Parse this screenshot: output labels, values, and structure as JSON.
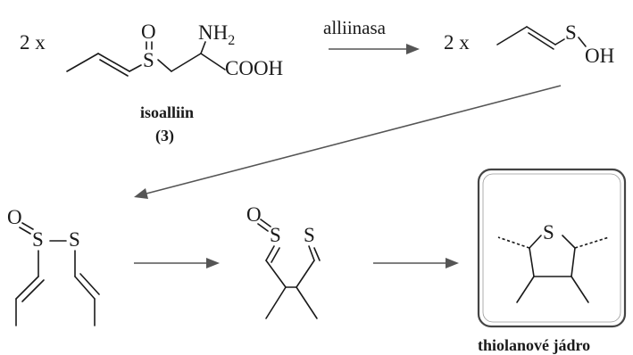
{
  "reaction1": {
    "multiplier_left": "2 x",
    "multiplier_right": "2 x",
    "enzyme": "alliinasa"
  },
  "isoalliin": {
    "name": "isoalliin",
    "number": "(3)",
    "atoms": {
      "oxygen": "O",
      "sulfur": "S",
      "amine": "NH",
      "amine_sub": "2",
      "acid": "COOH"
    }
  },
  "sulfenic_acid": {
    "atoms": {
      "sulfur": "S",
      "hydroxyl": "OH"
    }
  },
  "thiosulfinate": {
    "atoms": {
      "oxygen": "O",
      "sulfur1": "S",
      "sulfur2": "S"
    }
  },
  "intermediate": {
    "atoms": {
      "oxygen": "O",
      "sulfur1": "S",
      "sulfur2": "S"
    }
  },
  "thiolane": {
    "label": "thiolanové jádro",
    "atoms": {
      "sulfur": "S"
    }
  },
  "colors": {
    "ink": "#1a1a1a",
    "arrow": "#555555",
    "box_border": "#444444",
    "box_fill": "#ffffff"
  }
}
